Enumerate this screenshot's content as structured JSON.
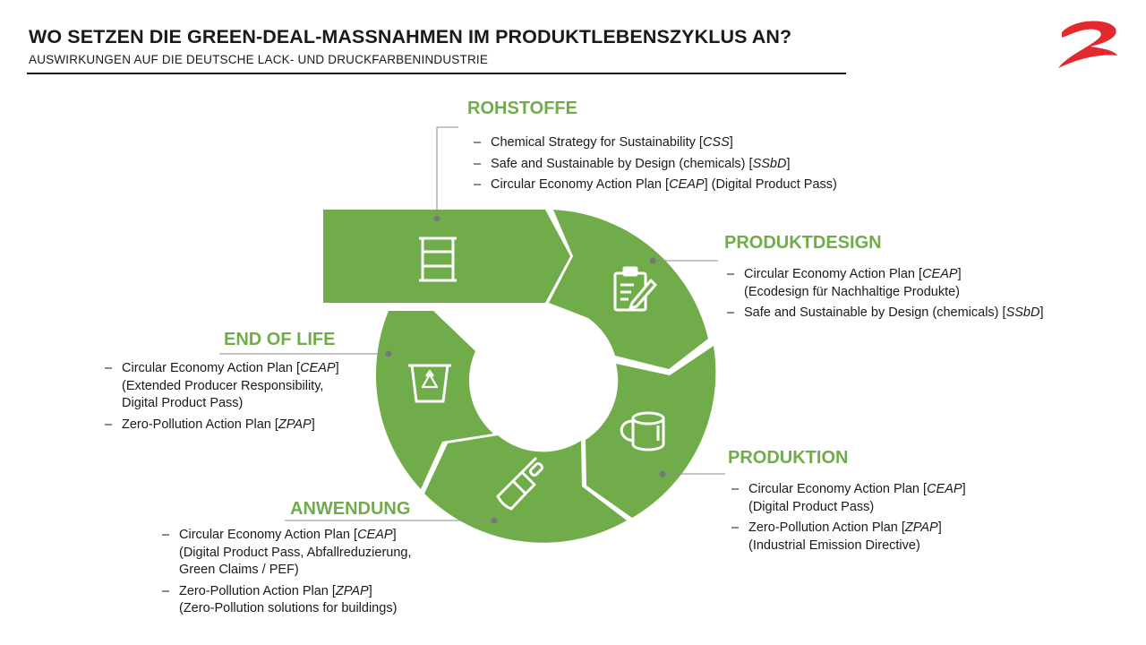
{
  "header": {
    "title": "WO SETZEN DIE GREEN-DEAL-MASSNAHMEN IM PRODUKTLEBENSZYKLUS AN?",
    "subtitle": "AUSWIRKUNGEN AUF DIE DEUTSCHE LACK- UND DRUCKFARBENINDUSTRIE"
  },
  "colors": {
    "accent": "#71ac4b",
    "logo": "#e3292f",
    "text": "#1a1a1a"
  },
  "stages": {
    "rohstoffe": {
      "heading": "ROHSTOFFE",
      "icon": "barrel-icon",
      "items": [
        {
          "dash": "–",
          "a": "Chemical Strategy for Sustainability [",
          "abbr": "CSS",
          "b": "]",
          "c": ""
        },
        {
          "dash": "–",
          "a": "Safe and Sustainable by Design (chemicals) [",
          "abbr": "SSbD",
          "b": "]",
          "c": ""
        },
        {
          "dash": "–",
          "a": "Circular Economy Action Plan [",
          "abbr": "CEAP",
          "b": "] (Digital Product Pass)",
          "c": ""
        }
      ]
    },
    "produktdesign": {
      "heading": "PRODUKTDESIGN",
      "icon": "clipboard-pencil-icon",
      "items": [
        {
          "dash": "–",
          "a": "Circular Economy Action Plan [",
          "abbr": "CEAP",
          "b": "]",
          "c": "(Ecodesign für Nachhaltige Produkte)"
        },
        {
          "dash": "–",
          "a": "Safe and Sustainable by Design (chemicals) [",
          "abbr": "SSbD",
          "b": "]",
          "c": ""
        }
      ]
    },
    "produktion": {
      "heading": "PRODUKTION",
      "icon": "paint-can-icon",
      "items": [
        {
          "dash": "–",
          "a": "Circular Economy Action Plan [",
          "abbr": "CEAP",
          "b": "]",
          "c": "(Digital Product Pass)"
        },
        {
          "dash": "–",
          "a": "Zero-Pollution Action Plan [",
          "abbr": "ZPAP",
          "b": "]",
          "c": "(Industrial Emission Directive)"
        }
      ]
    },
    "anwendung": {
      "heading": "ANWENDUNG",
      "icon": "paint-brush-icon",
      "items": [
        {
          "dash": "–",
          "a": "Circular Economy Action Plan [",
          "abbr": "CEAP",
          "b": "]",
          "c": "(Digital Product Pass, Abfallreduzierung,",
          "d": "Green Claims / PEF)"
        },
        {
          "dash": "–",
          "a": "Zero-Pollution Action Plan [",
          "abbr": "ZPAP",
          "b": "]",
          "c": "(Zero-Pollution solutions for buildings)",
          "d": ""
        }
      ]
    },
    "endoflife": {
      "heading": "END OF LIFE",
      "icon": "recycling-bin-icon",
      "items": [
        {
          "dash": "–",
          "a": "Circular Economy Action Plan [",
          "abbr": "CEAP",
          "b": "]",
          "c": "(Extended Producer Responsibility,",
          "d": "Digital Product Pass)"
        },
        {
          "dash": "–",
          "a": "Zero-Pollution Action Plan [",
          "abbr": "ZPAP",
          "b": "]",
          "c": "",
          "d": ""
        }
      ]
    }
  }
}
